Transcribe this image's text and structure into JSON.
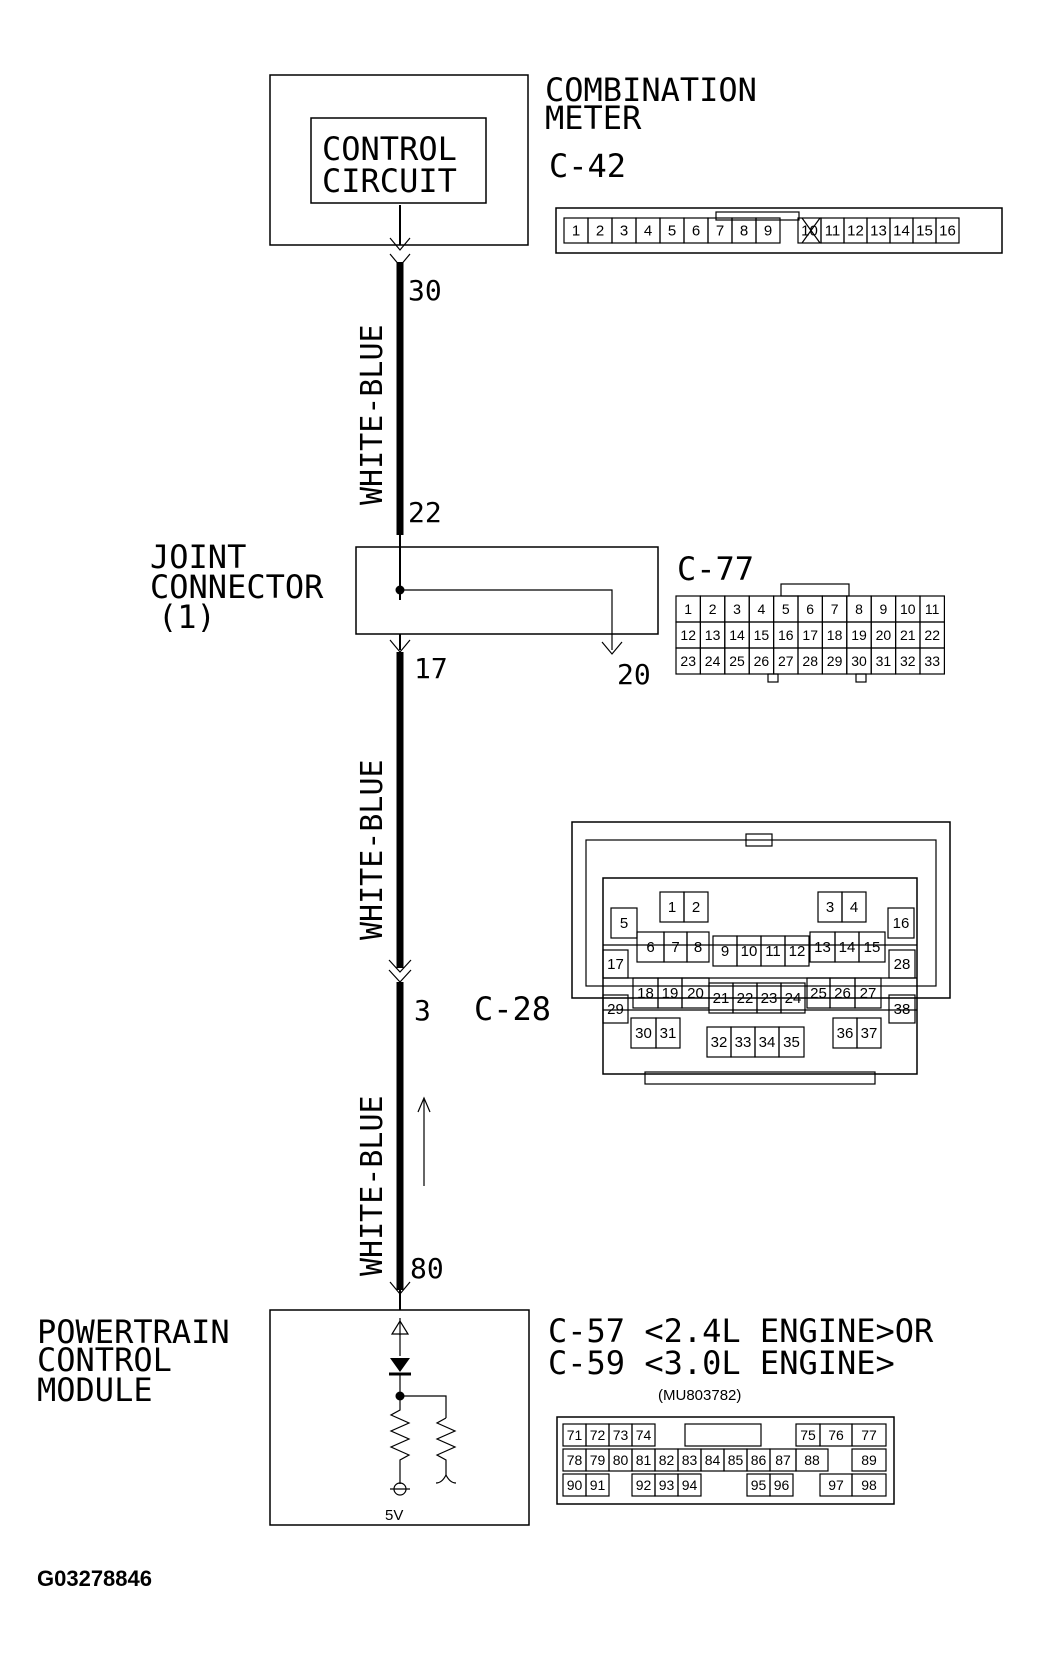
{
  "combination_meter": {
    "label_line1": "COMBINATION",
    "label_line2": "METER",
    "connector": "C-42",
    "inner_line1": "CONTROL",
    "inner_line2": "CIRCUIT",
    "pins": [
      "1",
      "2",
      "3",
      "4",
      "5",
      "6",
      "7",
      "8",
      "9",
      "10",
      "11",
      "12",
      "13",
      "14",
      "15",
      "16"
    ]
  },
  "wires": {
    "segment1": {
      "color": "WHITE-BLUE",
      "pin_top": "30",
      "pin_bottom": "22"
    },
    "segment2": {
      "color": "WHITE-BLUE",
      "pin_top": "17"
    },
    "segment3": {
      "color": "WHITE-BLUE",
      "pin_inline": "3",
      "pin_bottom": "80"
    }
  },
  "joint_connector": {
    "label_line1": "JOINT",
    "label_line2": "CONNECTOR",
    "label_line3": "(1)",
    "connector": "C-77",
    "branch_pin": "20",
    "rows": [
      [
        "1",
        "2",
        "3",
        "4",
        "5",
        "6",
        "7",
        "8",
        "9",
        "10",
        "11"
      ],
      [
        "12",
        "13",
        "14",
        "15",
        "16",
        "17",
        "18",
        "19",
        "20",
        "21",
        "22"
      ],
      [
        "23",
        "24",
        "25",
        "26",
        "27",
        "28",
        "29",
        "30",
        "31",
        "32",
        "33"
      ]
    ]
  },
  "inline_connector": {
    "connector": "C-28",
    "pins": [
      "1",
      "2",
      "3",
      "4",
      "5",
      "6",
      "7",
      "8",
      "9",
      "10",
      "11",
      "12",
      "13",
      "14",
      "15",
      "16",
      "17",
      "18",
      "19",
      "20",
      "21",
      "22",
      "23",
      "24",
      "25",
      "26",
      "27",
      "28",
      "29",
      "30",
      "31",
      "32",
      "33",
      "34",
      "35",
      "36",
      "37",
      "38"
    ]
  },
  "pcm": {
    "label_line1": "POWERTRAIN",
    "label_line2": "CONTROL",
    "label_line3": "MODULE",
    "connector_line1": "C-57 <2.4L ENGINE>OR",
    "connector_line2": "C-59 <3.0L ENGINE>",
    "part_number": "(MU803782)",
    "voltage": "5V",
    "rows": [
      [
        "71",
        "72",
        "73",
        "74",
        "",
        "",
        "",
        "",
        "75",
        "76",
        "77"
      ],
      [
        "78",
        "79",
        "80",
        "81",
        "82",
        "83",
        "84",
        "85",
        "86",
        "87",
        "88",
        "89"
      ],
      [
        "90",
        "91",
        "",
        "92",
        "93",
        "94",
        "",
        "95",
        "96",
        "",
        "97",
        "98"
      ]
    ]
  },
  "figure_id": "G03278846"
}
